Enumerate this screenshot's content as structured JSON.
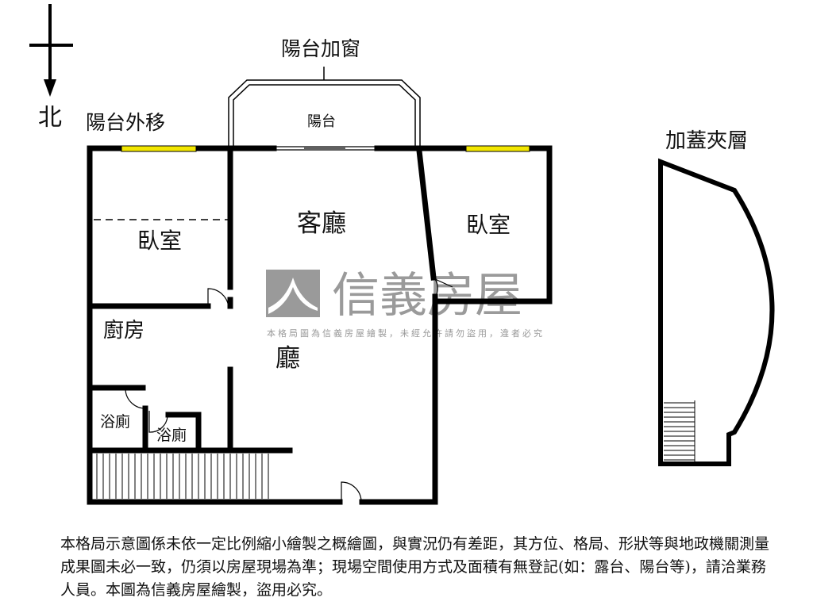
{
  "compass": {
    "north_label": "北"
  },
  "labels": {
    "balcony_window": "陽台加窗",
    "balcony": "陽台",
    "balcony_moved": "陽台外移",
    "living_room": "客廳",
    "bedroom_left": "臥室",
    "bedroom_right": "臥室",
    "kitchen": "廚房",
    "hall": "廳",
    "bath_1": "浴廁",
    "bath_2": "浴廁",
    "mezzanine": "加蓋夾層"
  },
  "watermark": {
    "brand": "信義房屋",
    "notice": "本格局圖為信義房屋繪製，未經允許請勿盜用，違者必究"
  },
  "disclaimer": "本格局示意圖係未依一定比例縮小繪製之概繪圖，與實況仍有差距，其方位、格局、形狀等與地政機關測量成果圖未必一致，仍須以房屋現場為準；現場空間使用方式及面積有無登記(如：露台、陽台等)，請洽業務人員。本圖為信義房屋繪製，盜用必究。",
  "colors": {
    "wall": "#000000",
    "window": "#f2e600",
    "watermark": "#9a9a9a"
  }
}
